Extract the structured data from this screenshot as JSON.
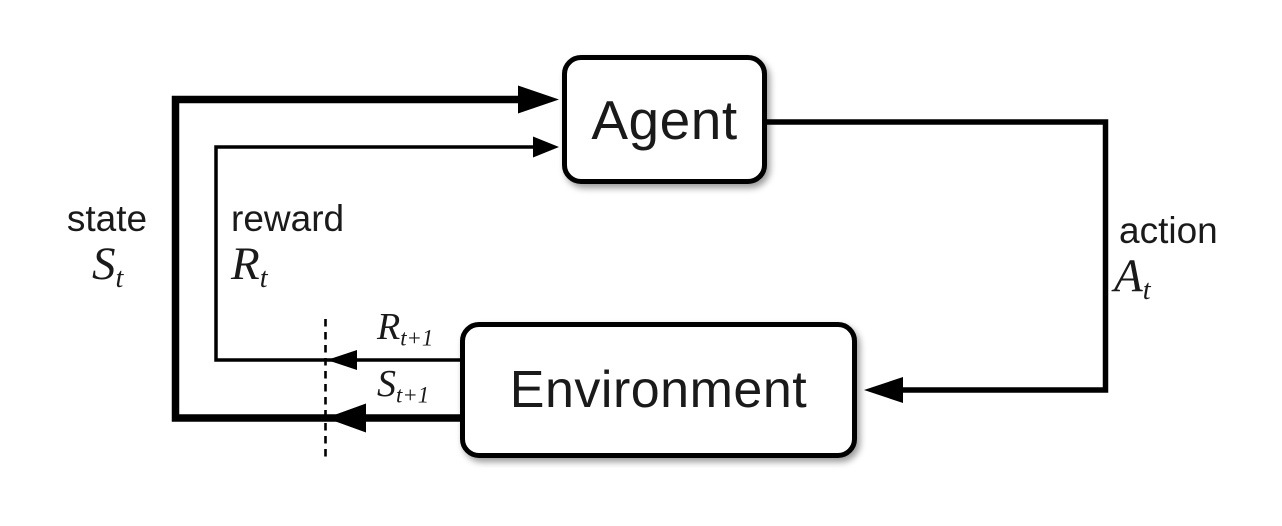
{
  "diagram": {
    "type": "agent-environment-loop",
    "nodes": {
      "agent": {
        "label": "Agent"
      },
      "environment": {
        "label": "Environment"
      }
    },
    "labels": {
      "state": {
        "word": "state",
        "symbol": {
          "base": "S",
          "sub": "t"
        }
      },
      "reward": {
        "word": "reward",
        "symbol": {
          "base": "R",
          "sub": "t"
        }
      },
      "action": {
        "word": "action",
        "symbol": {
          "base": "A",
          "sub": "t"
        }
      },
      "next_reward": {
        "symbol": {
          "base": "R",
          "sub": "t+1"
        }
      },
      "next_state": {
        "symbol": {
          "base": "S",
          "sub": "t+1"
        }
      }
    },
    "edges": [
      {
        "from": "environment",
        "to": "agent",
        "label": "state S_t",
        "style": "thick"
      },
      {
        "from": "environment",
        "to": "agent",
        "label": "reward R_t",
        "style": "thin"
      },
      {
        "from": "agent",
        "to": "environment",
        "label": "action A_t",
        "style": "medium"
      },
      {
        "name": "time-step-boundary",
        "style": "dashed-vertical"
      }
    ],
    "colors": {
      "line": "#000000",
      "background": "#ffffff",
      "box_fill": "#ffffff",
      "text": "#1a1a1a"
    }
  }
}
